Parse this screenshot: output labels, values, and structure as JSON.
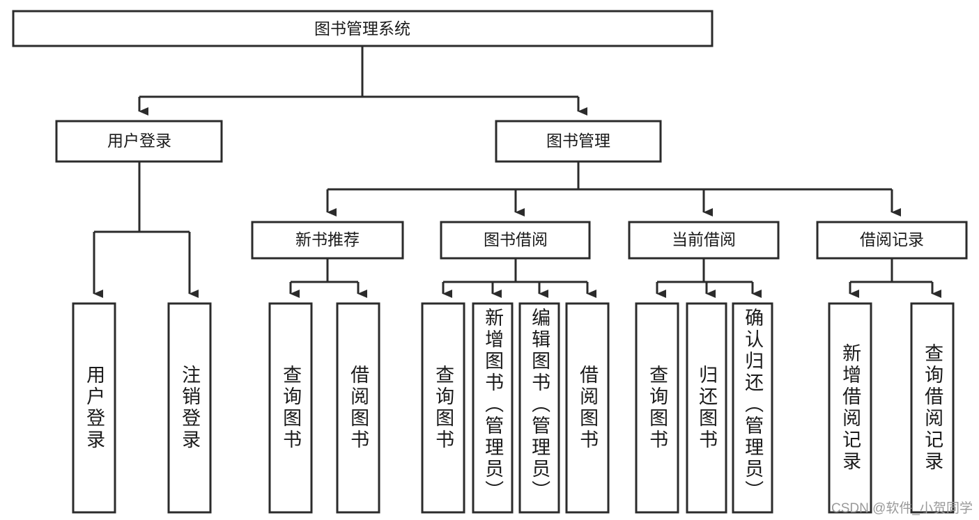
{
  "diagram": {
    "type": "hierarchy-tree",
    "title_node": {
      "label": "图书管理系统"
    },
    "level2": [
      {
        "label": "用户登录"
      },
      {
        "label": "图书管理"
      }
    ],
    "level3": [
      {
        "label": "新书推荐"
      },
      {
        "label": "图书借阅"
      },
      {
        "label": "当前借阅"
      },
      {
        "label": "借阅记录"
      }
    ],
    "leaves": {
      "user_login": [
        {
          "label": "用户登录"
        },
        {
          "label": "注销登录"
        }
      ],
      "new_book_recommend": [
        {
          "label": "查询图书"
        },
        {
          "label": "借阅图书"
        }
      ],
      "book_borrow": [
        {
          "label": "查询图书"
        },
        {
          "label": "新增图书（管理员）"
        },
        {
          "label": "编辑图书（管理员）"
        },
        {
          "label": "借阅图书"
        }
      ],
      "current_borrow": [
        {
          "label": "查询图书"
        },
        {
          "label": "归还图书"
        },
        {
          "label": "确认归还（管理员）"
        }
      ],
      "borrow_record": [
        {
          "label": "新增借阅记录"
        },
        {
          "label": "查询借阅记录"
        }
      ]
    }
  },
  "watermark": {
    "text": "CSDN @软件_小贺同学"
  },
  "colors": {
    "stroke": "#2b2b2b",
    "box_fill": "#ffffff",
    "text": "#1a1a1a",
    "watermark": "#9a9a9a",
    "background": "#ffffff"
  }
}
